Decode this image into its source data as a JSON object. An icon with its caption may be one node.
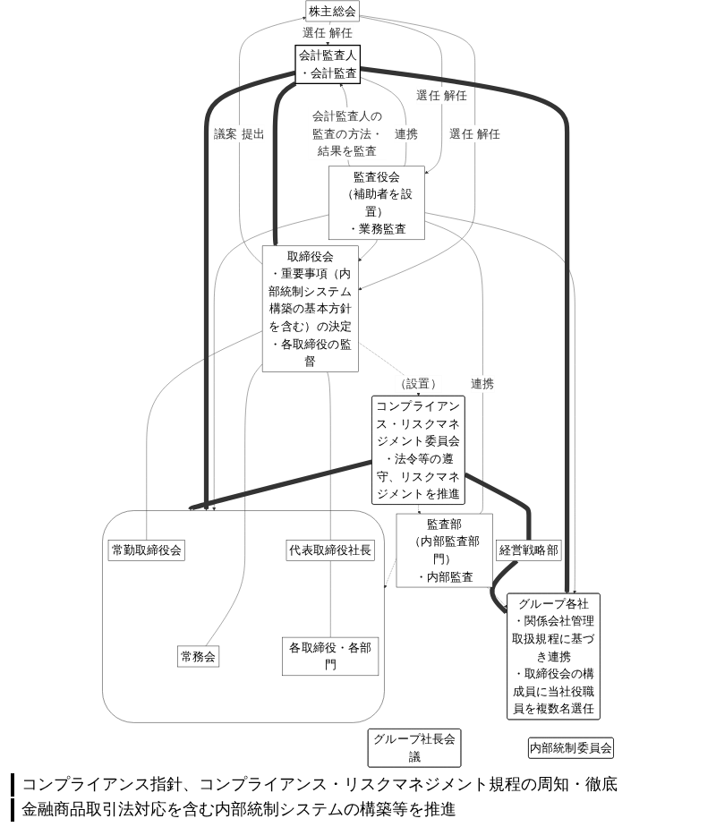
{
  "diagram": {
    "nodes": [
      {
        "text": [
          "株主総会"
        ]
      },
      {
        "text": [
          "会計監査人",
          "・会計監査"
        ]
      },
      {
        "text": [
          "監査役会",
          "（補助者を設置）",
          "・業務監査"
        ]
      },
      {
        "text": [
          "取締役会",
          "・重要事項（内部統制システム構築の基本方針を含む）の決定",
          "・各取締役の監督"
        ]
      },
      {
        "text": [],
        "shape": "ellipse"
      },
      {
        "text": [
          "常務会"
        ],
        "in": 4
      },
      {
        "text": [
          "常勤取締役会"
        ],
        "in": 4
      },
      {
        "text": [
          "代表取締役社長"
        ],
        "in": 4
      },
      {
        "text": [
          "各取締役・各部門"
        ],
        "in": 4
      },
      {
        "text": [
          "監査部",
          "（内部監査部門）",
          "・内部監査"
        ]
      },
      {
        "text": [
          "グループ各社",
          "・関係会社管理取扱規程に基づき連携",
          "・取締役会の構成員に当社役職員を複数名選任"
        ]
      },
      {
        "text": [
          "グループ社長会議"
        ]
      },
      {
        "text": [
          "経営戦略部"
        ]
      },
      {
        "text": [
          "コンプライアンス・リスクマネジメント委員会",
          "・法令等の遵守、リスクマネジメントを推進"
        ]
      },
      {
        "text": [
          "内部統制委員会"
        ]
      }
    ],
    "labels": [
      "コンプライアンス指針、コンプライアンス・リスクマネジメント規程の周知・徹底",
      "金融商品取引法対応を含む内部統制システムの構築等を推進"
    ],
    "edges": [
      {
        "from": 0,
        "to": 1,
        "arrow": "to",
        "label": "選任 解任"
      },
      {
        "from": 0,
        "to": 2,
        "arrow": "to",
        "label": "選任 解任"
      },
      {
        "from": 0,
        "to": 3,
        "arrow": "to",
        "label": "選任 解任"
      },
      {
        "from": 3,
        "to": 0,
        "arrow": "to",
        "label": "議案 提出"
      },
      {
        "from": 2,
        "to": 1,
        "arrow": "to",
        "label": "会計監査人の監査の方法・結果を監査"
      },
      {
        "from": 1,
        "to": 2,
        "arrow": "none",
        "label": "連携"
      },
      {
        "from": 2,
        "to": 3,
        "arrow": "to"
      },
      {
        "from": 2,
        "to": 4,
        "arrow": "to"
      },
      {
        "from": 2,
        "to": 10,
        "arrow": "to"
      },
      {
        "from": 2,
        "to": 9,
        "arrow": "none",
        "label": "連携"
      },
      {
        "from": 1,
        "to": 4,
        "arrow": "to",
        "style": "thick"
      },
      {
        "from": 1,
        "to": 3,
        "arrow": "to",
        "style": "thick"
      },
      {
        "from": 1,
        "to": 10,
        "arrow": "to",
        "style": "thick"
      },
      {
        "from": 3,
        "to": 5,
        "arrow": "none"
      },
      {
        "from": 3,
        "to": 7,
        "arrow": "none"
      },
      {
        "from": 3,
        "to": 6,
        "arrow": "none"
      },
      {
        "from": 7,
        "to": 8,
        "arrow": "none"
      },
      {
        "from": 9,
        "to": 4,
        "arrow": "to",
        "style": "dashed"
      },
      {
        "from": 9,
        "to": 10,
        "arrow": "to",
        "style": "dashed"
      },
      {
        "from": 13,
        "to": 9,
        "arrow": "to",
        "style": "dashed"
      },
      {
        "from": 3,
        "to": 13,
        "arrow": "to",
        "style": "dashed",
        "label": "（設置）"
      },
      {
        "from": 13,
        "to": 4,
        "arrow": "to",
        "style": "thick"
      },
      {
        "from": 13,
        "to": 12,
        "arrow": "none",
        "style": "thick"
      },
      {
        "from": 12,
        "to": 10,
        "arrow": "to",
        "style": "thick"
      }
    ]
  }
}
